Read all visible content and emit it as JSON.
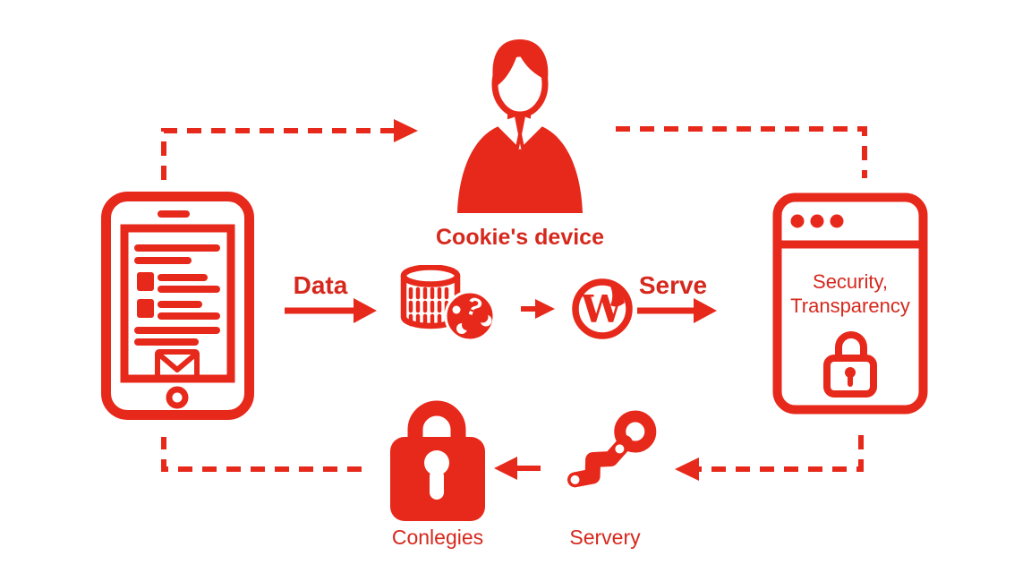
{
  "colors": {
    "red": "#e7291b",
    "text_red": "#d6281d",
    "background": "#ffffff"
  },
  "person": {
    "label": "Cookie's device"
  },
  "flow": {
    "data_label": "Data",
    "serve_label": "Serve"
  },
  "browser": {
    "line1": "Security,",
    "line2": "Transparency"
  },
  "bottom": {
    "lock_label": "Conlegies",
    "key_label": "Servery"
  },
  "wordpress": {
    "letter": "W"
  },
  "cookie": {
    "mark": "?"
  },
  "icons": {
    "person": "user-silhouette-icon",
    "tablet": "tablet-document-icon",
    "database_cookie": "database-cookie-icon",
    "wordpress": "wordpress-logo-icon",
    "browser": "browser-lock-icon",
    "padlock": "padlock-icon",
    "key": "key-icon"
  }
}
